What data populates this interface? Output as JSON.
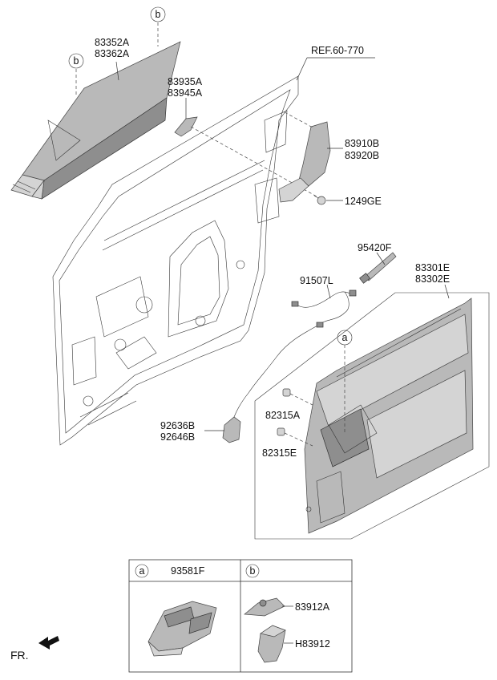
{
  "labels": {
    "b_top_callout": "b",
    "b_left_callout": "b",
    "glass_run": [
      "83352A",
      "83362A"
    ],
    "ref": "REF.60-770",
    "bracket": [
      "83935A",
      "83945A"
    ],
    "cover": [
      "83910B",
      "83920B"
    ],
    "screw": "1249GE",
    "cable": "95420F",
    "wiring": "91507L",
    "trim_panel": [
      "83301E",
      "83302E"
    ],
    "a_callout": "a",
    "clip_a": "82315A",
    "clip_e": "82315E",
    "harness_bracket": [
      "92636B",
      "92646B"
    ],
    "front_arrow": "FR."
  },
  "legend": {
    "cell_a": {
      "marker": "a",
      "part": "93581F"
    },
    "cell_b": {
      "marker": "b",
      "parts": [
        "83912A",
        "H83912"
      ]
    }
  }
}
